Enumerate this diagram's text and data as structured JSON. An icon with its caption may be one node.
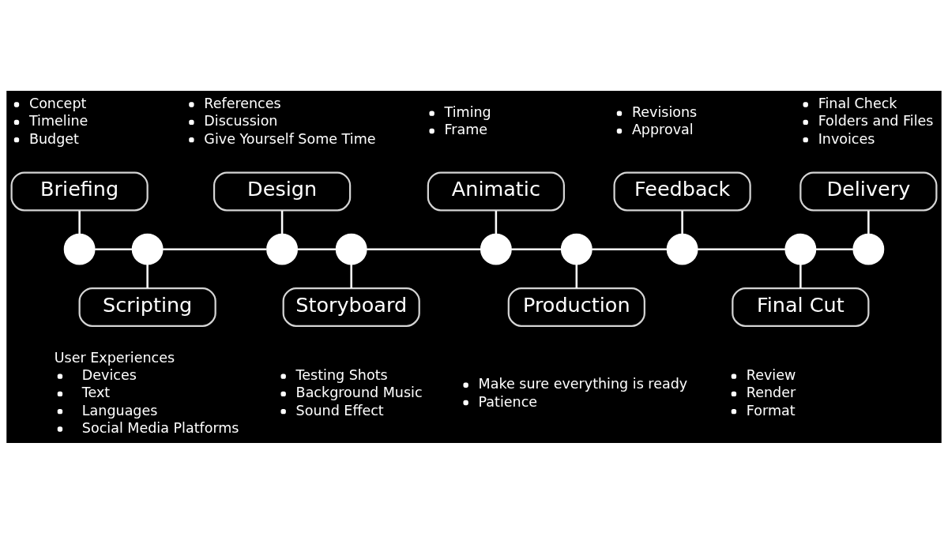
{
  "diagram": {
    "nodes": [
      {
        "text": [
          "Briefing"
        ],
        "beside": [
          "Concept",
          "Timeline",
          "Budget"
        ]
      },
      {
        "text": [],
        "shape": "circle"
      },
      {
        "text": [
          "Scripting"
        ],
        "beside": [
          "User Experiences",
          "Devices",
          "Text",
          "Languages",
          "Social Media Platforms"
        ]
      },
      {
        "text": [],
        "shape": "circle"
      },
      {
        "text": [
          "Design"
        ],
        "beside": [
          "References",
          "Discussion",
          "Give Yourself Some Time"
        ]
      },
      {
        "text": [],
        "shape": "circle"
      },
      {
        "text": [
          "Storyboard"
        ],
        "beside": [
          "Testing Shots",
          "Background Music",
          "Sound Effect"
        ]
      },
      {
        "text": [],
        "shape": "circle"
      },
      {
        "text": [
          "Animatic"
        ],
        "beside": [
          "Timing",
          "Frame"
        ]
      },
      {
        "text": [],
        "shape": "circle"
      },
      {
        "text": [
          "Production"
        ],
        "beside": [
          "Make sure everything is ready",
          "Patience"
        ]
      },
      {
        "text": [],
        "shape": "circle"
      },
      {
        "text": [
          "Feedback"
        ],
        "beside": [
          "Revisions",
          "Approval"
        ]
      },
      {
        "text": [],
        "shape": "circle"
      },
      {
        "text": [
          "Final Cut"
        ],
        "beside": [
          "Review",
          "Render",
          "Format"
        ]
      },
      {
        "text": [],
        "shape": "circle"
      },
      {
        "text": [
          "Delivery"
        ],
        "beside": [
          "Final Check",
          "Folders and Files",
          "Invoices"
        ]
      },
      {
        "text": [],
        "shape": "circle"
      }
    ],
    "edges": [
      {
        "from": 0,
        "to": 1,
        "arrow": "none"
      },
      {
        "from": 1,
        "to": 3,
        "arrow": "none"
      },
      {
        "from": 3,
        "to": 2,
        "arrow": "none"
      },
      {
        "from": 3,
        "to": 5,
        "arrow": "none"
      },
      {
        "from": 4,
        "to": 5,
        "arrow": "none"
      },
      {
        "from": 5,
        "to": 7,
        "arrow": "none"
      },
      {
        "from": 7,
        "to": 6,
        "arrow": "none"
      },
      {
        "from": 7,
        "to": 9,
        "arrow": "none"
      },
      {
        "from": 8,
        "to": 9,
        "arrow": "none"
      },
      {
        "from": 9,
        "to": 11,
        "arrow": "none"
      },
      {
        "from": 11,
        "to": 10,
        "arrow": "none"
      },
      {
        "from": 11,
        "to": 13,
        "arrow": "none"
      },
      {
        "from": 12,
        "to": 13,
        "arrow": "none"
      },
      {
        "from": 13,
        "to": 15,
        "arrow": "none"
      },
      {
        "from": 15,
        "to": 14,
        "arrow": "none"
      },
      {
        "from": 15,
        "to": 17,
        "arrow": "none"
      },
      {
        "from": 16,
        "to": 17,
        "arrow": "none"
      }
    ]
  }
}
